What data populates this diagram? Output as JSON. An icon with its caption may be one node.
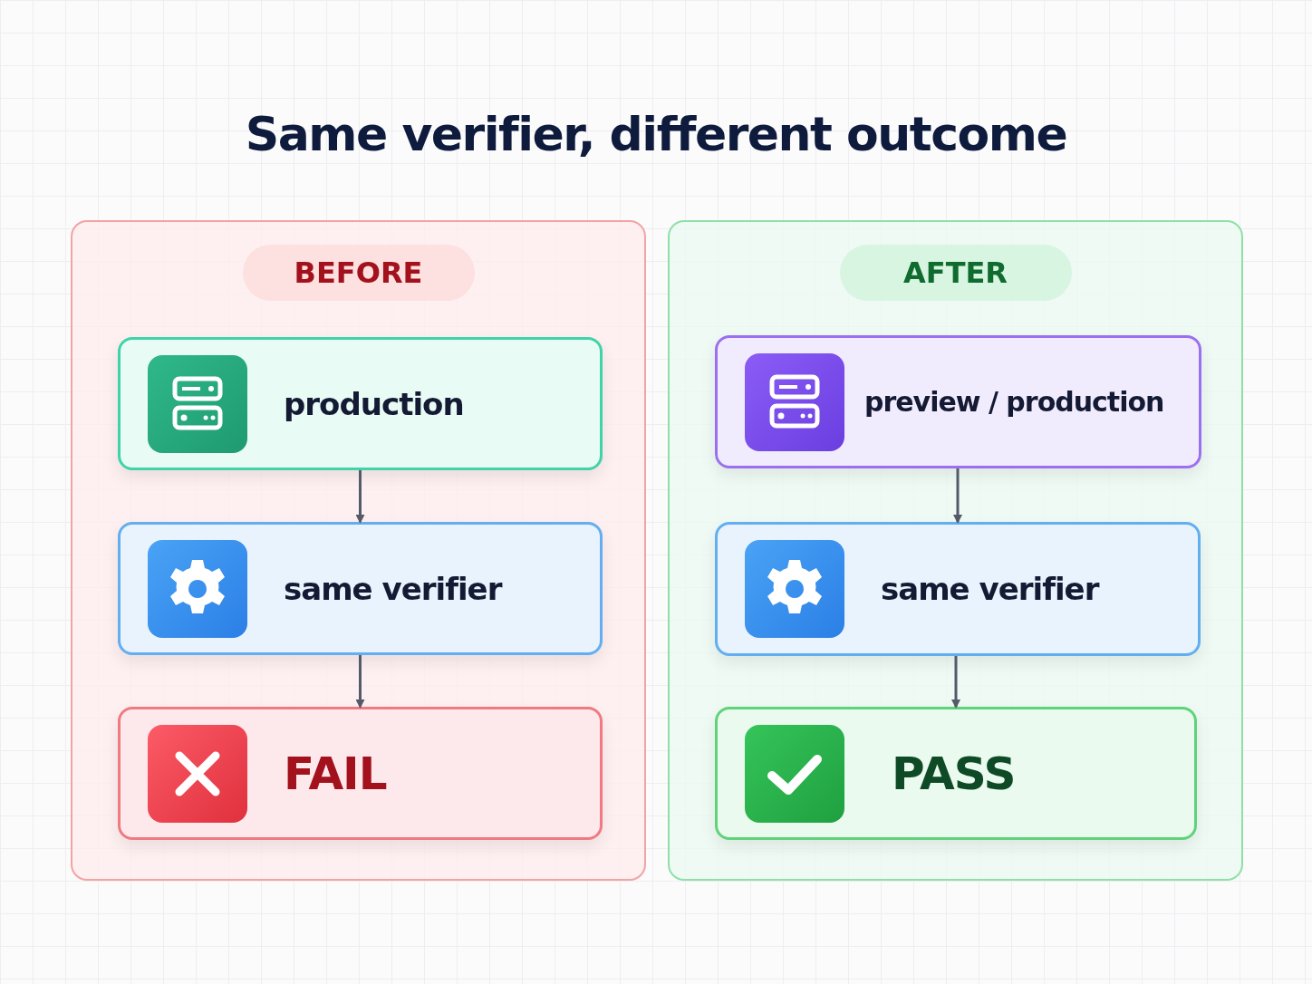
{
  "diagram": {
    "title": "Same verifier, different outcome",
    "nodes": [
      {
        "text": [
          "BEFORE"
        ]
      },
      {
        "text": [
          "production"
        ],
        "in": 0
      },
      {
        "text": [
          "same verifier"
        ],
        "in": 0
      },
      {
        "text": [
          "FAIL"
        ],
        "in": 0
      },
      {
        "text": [
          "AFTER"
        ]
      },
      {
        "text": [
          "preview / production"
        ],
        "in": 4
      },
      {
        "text": [
          "same verifier"
        ],
        "in": 4
      },
      {
        "text": [
          "PASS"
        ],
        "in": 4
      }
    ],
    "edges": [
      {
        "from": 1,
        "to": 2,
        "arrow": "to"
      },
      {
        "from": 2,
        "to": 3,
        "arrow": "to"
      },
      {
        "from": 5,
        "to": 6,
        "arrow": "to"
      },
      {
        "from": 6,
        "to": 7,
        "arrow": "to"
      }
    ]
  }
}
